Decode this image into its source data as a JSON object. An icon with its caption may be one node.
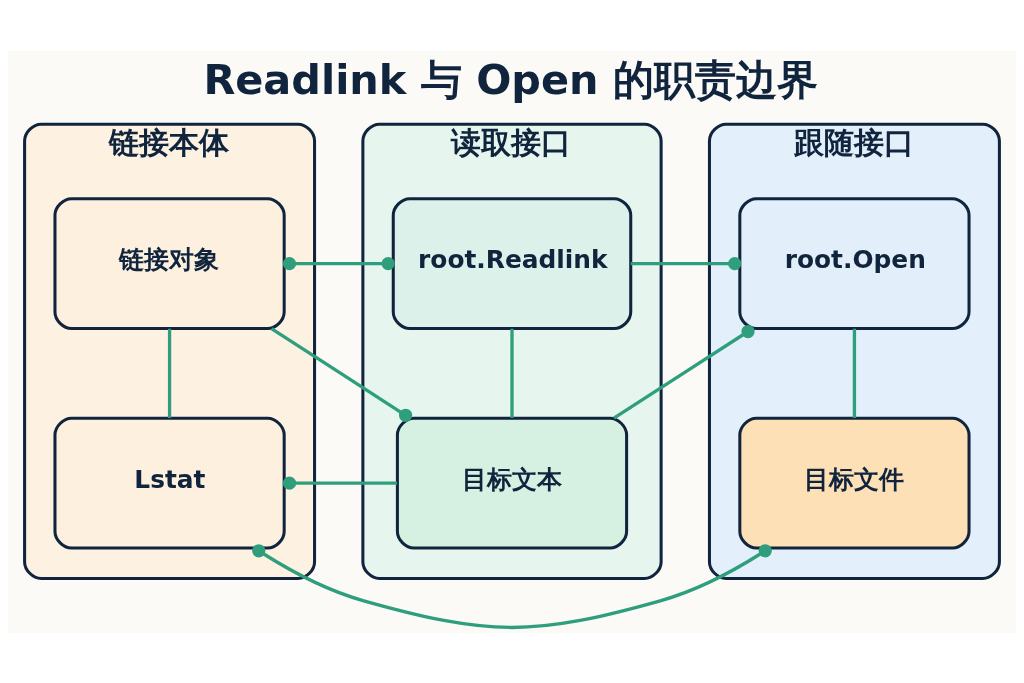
{
  "diagram": {
    "title": "Readlink 与 Open 的职责边界",
    "nodes": [
      {
        "text": [
          "链接本体"
        ]
      },
      {
        "text": [
          "链接对象"
        ],
        "in": 0
      },
      {
        "text": [
          "Lstat"
        ],
        "in": 0
      },
      {
        "text": [
          "读取接口"
        ]
      },
      {
        "text": [
          "root.Readlink"
        ],
        "in": 3
      },
      {
        "text": [
          "目标文本"
        ],
        "in": 3
      },
      {
        "text": [
          "跟随接口"
        ]
      },
      {
        "text": [
          "root.Open"
        ],
        "in": 6
      },
      {
        "text": [
          "目标文件"
        ],
        "in": 6
      }
    ],
    "edges": [
      {
        "from": 1,
        "to": 2,
        "arrow": "none"
      },
      {
        "from": 1,
        "to": 4,
        "arrow": "other"
      },
      {
        "from": 1,
        "to": 5,
        "arrow": "other"
      },
      {
        "from": 4,
        "to": 5,
        "arrow": "none"
      },
      {
        "from": 4,
        "to": 7,
        "arrow": "other"
      },
      {
        "from": 5,
        "to": 7,
        "arrow": "other"
      },
      {
        "from": 2,
        "to": 5,
        "arrow": "other"
      },
      {
        "from": 2,
        "to": 8,
        "arrow": "other"
      },
      {
        "from": 7,
        "to": 8,
        "arrow": "none"
      }
    ]
  }
}
